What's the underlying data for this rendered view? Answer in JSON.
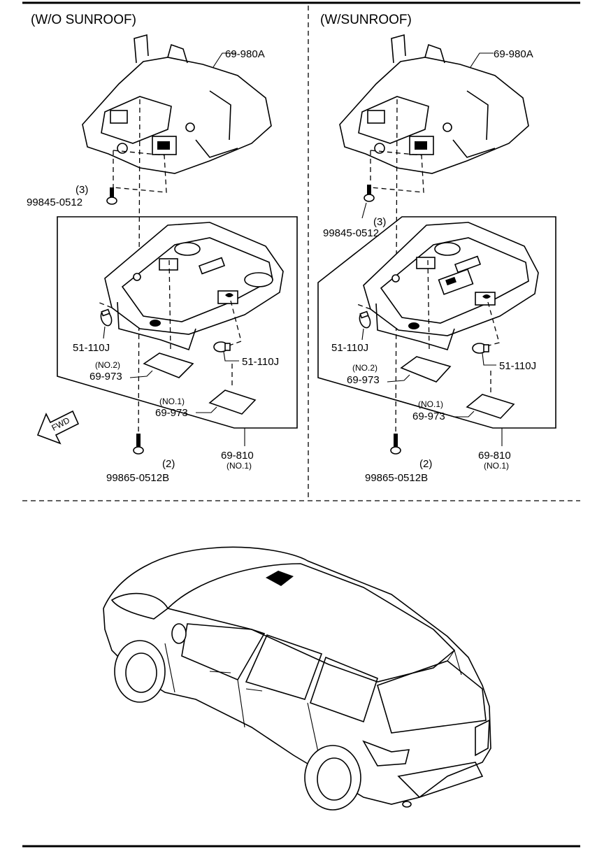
{
  "headers": {
    "left": "(W/O SUNROOF)",
    "right": "(W/SUNROOF)"
  },
  "left_panel": {
    "console_bracket": "69-980A",
    "screw_qty": "(3)",
    "screw_part": "99845-0512",
    "bulb_a": "51-110J",
    "bulb_b": "51-110J",
    "lens2_no": "(NO.2)",
    "lens2_part": "69-973",
    "lens1_no": "(NO.1)",
    "lens1_part": "69-973",
    "map_lamp_part": "69-810",
    "map_lamp_no": "(NO.1)",
    "bolt_qty": "(2)",
    "bolt_part": "99865-0512B",
    "fwd": "FWD"
  },
  "right_panel": {
    "console_bracket": "69-980A",
    "screw_qty": "(3)",
    "screw_part": "99845-0512",
    "bulb_a": "51-110J",
    "bulb_b": "51-110J",
    "lens2_no": "(NO.2)",
    "lens2_part": "69-973",
    "lens1_no": "(NO.1)",
    "lens1_part": "69-973",
    "map_lamp_part": "69-810",
    "map_lamp_no": "(NO.1)",
    "bolt_qty": "(2)",
    "bolt_part": "99865-0512B"
  },
  "colors": {
    "line": "#000000",
    "background": "#ffffff"
  },
  "icons": [
    "fwd-arrow-icon",
    "screw-icon",
    "bolt-icon",
    "bulb-icon",
    "vehicle-illustration"
  ]
}
